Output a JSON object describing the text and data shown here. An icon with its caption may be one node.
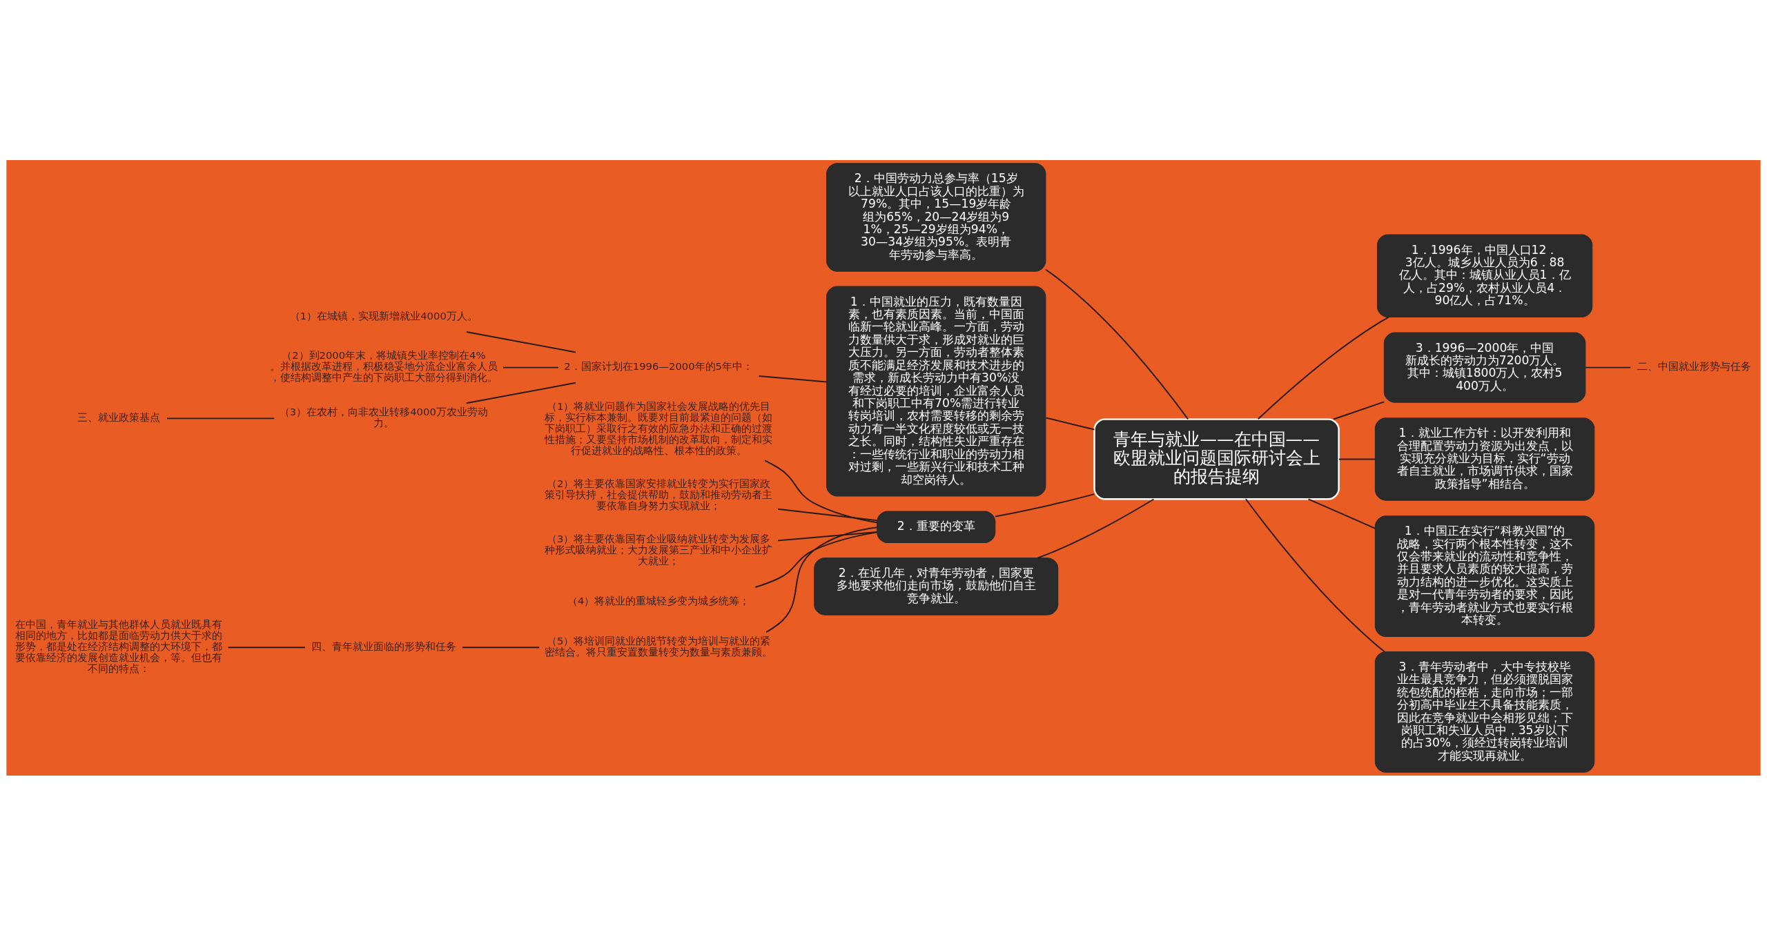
{
  "diagram": {
    "nodes": [
      {
        "text": [
          "青年与就业——在中国——欧盟就业问题国际研讨会上的报告提纲"
        ]
      },
      {
        "text": [
          "2．中国劳动力总参与率（15岁以上就业人口占该人口的比重）为79%。其中，15—19岁年龄组为65%，20—24岁组为91%，25—29岁组为94%，30—34岁组为95%。表明青年劳动参与率高。"
        ]
      },
      {
        "text": [
          "1．中国就业的压力，既有数量因素，也有素质因素。当前，中国面临新一轮就业高峰。一方面，劳动力数量供大于求，形成对就业的巨大压力。另一方面，劳动者整体素质不能满足经济发展和技术进步的需求，新成长劳动力中有30%没有经过必要的培训，企业富余人员和下岗职工中有70%需进行转业转岗培训，农村需要转移的剩余劳动力有一半文化程度较低或无一技之长。同时，结构性失业严重存在：一些传统行业和职业的劳动力相对过剩，一些新兴行业和技术工种却空岗待人。"
        ]
      },
      {
        "text": [
          "2．国家计划在1996—2000年的5年中："
        ]
      },
      {
        "text": [
          "（1）在城镇，实现新增就业4000万人。"
        ]
      },
      {
        "text": [
          "（2）到2000年末，将城镇失业率控制在4%。并根据改革进程，积极稳妥地分流企业富余人员，使结构调整中产生的下岗职工大部分得到消化。"
        ]
      },
      {
        "text": [
          "（3）在农村，向非农业转移4000万农业劳动力。"
        ]
      },
      {
        "text": [
          "三、就业政策基点"
        ]
      },
      {
        "text": [
          "2．重要的变革"
        ]
      },
      {
        "text": [
          "（1）将就业问题作为国家社会发展战略的优先目标，实行标本兼制。既要对目前最紧迫的问题（如下岗职工）采取行之有效的应急办法和正确的过渡性措施；又要坚持市场机制的改革取向，制定和实行促进就业的战略性、根本性的政策。"
        ]
      },
      {
        "text": [
          "（2）将主要依靠国家安排就业转变为实行国家政策引导扶持，社会提供帮助，鼓励和推动劳动者主要依靠自身努力实现就业；"
        ]
      },
      {
        "text": [
          "（3）将主要依靠国有企业吸纳就业转变为发展多种形式吸纳就业；大力发展第三产业和中小企业扩大就业；"
        ]
      },
      {
        "text": [
          "（4）将就业的重城轻乡变为城乡统筹；"
        ]
      },
      {
        "text": [
          "（5）将培训同就业的脱节转变为培训与就业的紧密结合。将只重安置数量转变为数量与素质兼顾。"
        ]
      },
      {
        "text": [
          "四、青年就业面临的形势和任务"
        ]
      },
      {
        "text": [
          "在中国，青年就业与其他群体人员就业既具有相同的地方，比如都是面临劳动力供大于求的形势，都是处在经济结构调整的大环境下，都要依靠经济的发展创造就业机会，等。但也有不同的特点："
        ]
      },
      {
        "text": [
          "2．在近几年，对青年劳动者，国家更多地要求他们走向市场，鼓励他们自主竞争就业。"
        ]
      },
      {
        "text": [
          "1．1996年，中国人口12．3亿人。城乡从业人员为6．88亿人。其中：城镇从业人员1．亿人，占29%，农村从业人员4．90亿人，占71%。"
        ]
      },
      {
        "text": [
          "3．1996—2000年，中国新成长的劳动力为7200万人。其中：城镇1800万人，农村5400万人。"
        ]
      },
      {
        "text": [
          "二、中国就业形势与任务"
        ]
      },
      {
        "text": [
          "1．就业工作方针：以开发利用和合理配置劳动力资源为出发点，以实现充分就业为目标，实行“劳动者自主就业，市场调节供求，国家政策指导”相结合。"
        ]
      },
      {
        "text": [
          "1．中国正在实行“科教兴国”的战略，实行两个根本性转变，这不仅会带来就业的流动性和竞争性，并且要求人员素质的较大提高，劳动力结构的进一步优化。这实质上是对一代青年劳动者的要求，因此，青年劳动者就业方式也要实行根本转变。"
        ]
      },
      {
        "text": [
          "3．青年劳动者中，大中专技校毕业生最具竞争力，但必须摆脱国家统包统配的桎梏，走向市场；一部分初高中毕业生不具备技能素质，因此在竞争就业中会相形见绌；下岗职工和失业人员中，35岁以下的占30%，须经过转岗转业培训才能实现再就业。"
        ]
      }
    ],
    "edges": [
      {
        "from": 1,
        "to": 0,
        "arrow": "none"
      },
      {
        "from": 2,
        "to": 0,
        "arrow": "none"
      },
      {
        "from": 3,
        "to": 2,
        "arrow": "none"
      },
      {
        "from": 4,
        "to": 3,
        "arrow": "none"
      },
      {
        "from": 5,
        "to": 3,
        "arrow": "none"
      },
      {
        "from": 6,
        "to": 3,
        "arrow": "none"
      },
      {
        "from": 7,
        "to": 6,
        "arrow": "none"
      },
      {
        "from": 8,
        "to": 0,
        "arrow": "none"
      },
      {
        "from": 9,
        "to": 8,
        "arrow": "none"
      },
      {
        "from": 10,
        "to": 8,
        "arrow": "none"
      },
      {
        "from": 11,
        "to": 8,
        "arrow": "none"
      },
      {
        "from": 12,
        "to": 8,
        "arrow": "none"
      },
      {
        "from": 13,
        "to": 8,
        "arrow": "none"
      },
      {
        "from": 14,
        "to": 13,
        "arrow": "none"
      },
      {
        "from": 15,
        "to": 14,
        "arrow": "none"
      },
      {
        "from": 16,
        "to": 0,
        "arrow": "none"
      },
      {
        "from": 0,
        "to": 17,
        "arrow": "none"
      },
      {
        "from": 0,
        "to": 18,
        "arrow": "none"
      },
      {
        "from": 18,
        "to": 19,
        "arrow": "none"
      },
      {
        "from": 0,
        "to": 20,
        "arrow": "none"
      },
      {
        "from": 0,
        "to": 21,
        "arrow": "none"
      },
      {
        "from": 0,
        "to": 22,
        "arrow": "none"
      }
    ]
  }
}
